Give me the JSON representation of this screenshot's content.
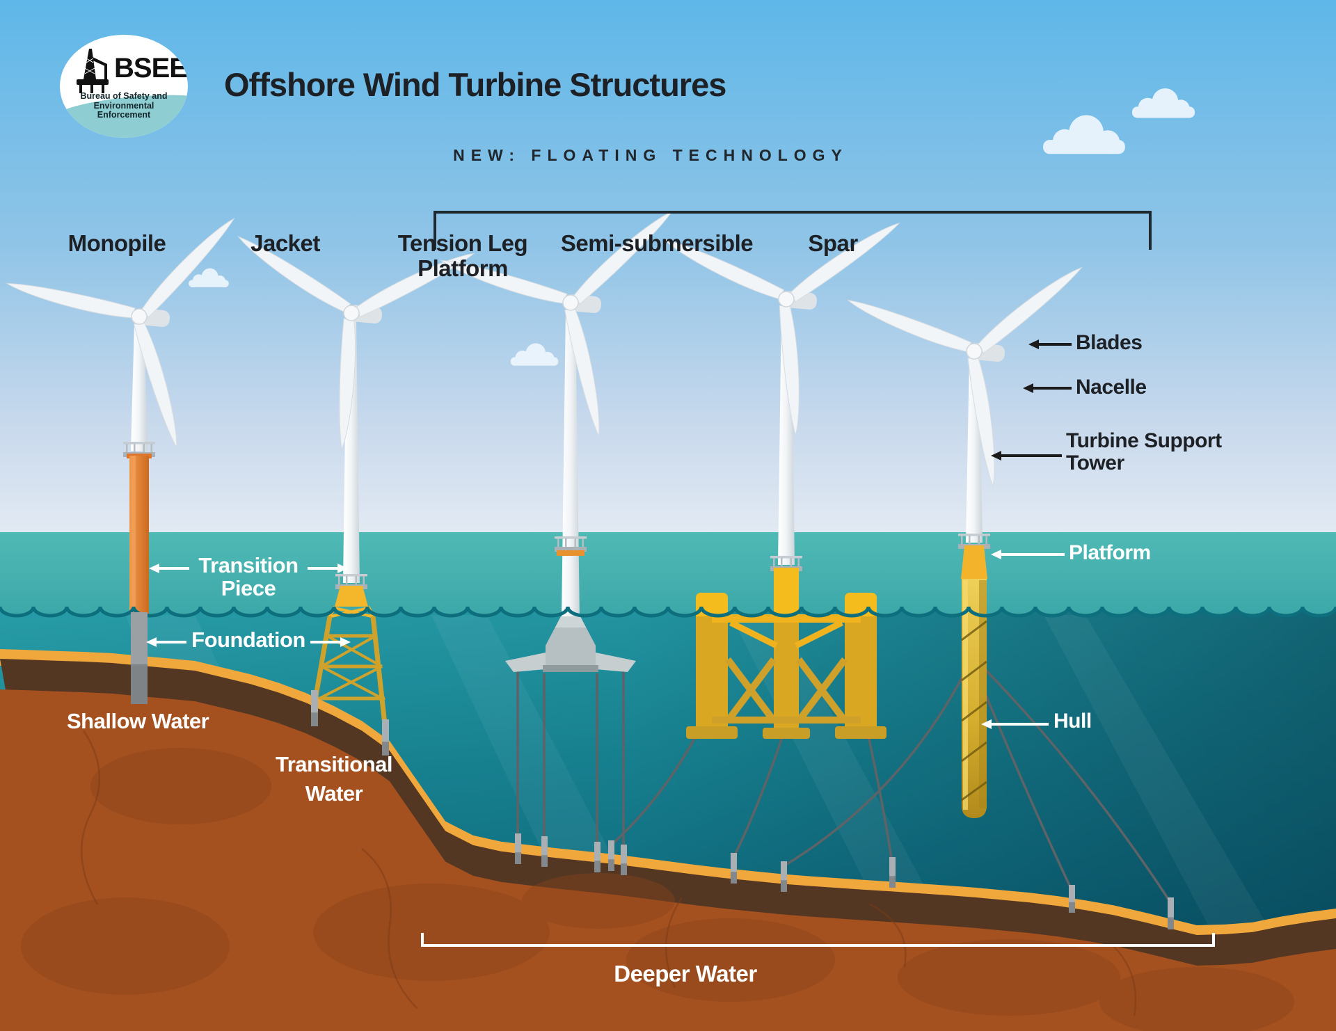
{
  "logo": {
    "acronym": "BSEE",
    "org_lines": [
      "Bureau of Safety and",
      "Environmental",
      "Enforcement"
    ]
  },
  "title": "Offshore Wind Turbine Structures",
  "floating_tech_banner": "NEW: FLOATING TECHNOLOGY",
  "structure_labels": {
    "monopile": "Monopile",
    "jacket": "Jacket",
    "tlp_line1": "Tension Leg",
    "tlp_line2": "Platform",
    "semisub": "Semi-submersible",
    "spar": "Spar"
  },
  "component_labels": {
    "blades": "Blades",
    "nacelle": "Nacelle",
    "tst_line1": "Turbine Support",
    "tst_line2": "Tower",
    "platform": "Platform",
    "hull": "Hull",
    "transition_line1": "Transition",
    "transition_line2": "Piece",
    "foundation": "Foundation"
  },
  "water_zones": {
    "shallow": "Shallow Water",
    "transitional_line1": "Transitional",
    "transitional_line2": "Water",
    "deeper": "Deeper Water"
  },
  "colors": {
    "sky_top": "#5eb7e8",
    "sea_surface": "#46b3b0",
    "sea_deep": "#0a5f74",
    "seabed_rust": "#a4511f",
    "seabed_sand": "#f0a83c",
    "structure_yellow": "#f5bc1e",
    "transition_orange": "#e07b2a"
  }
}
